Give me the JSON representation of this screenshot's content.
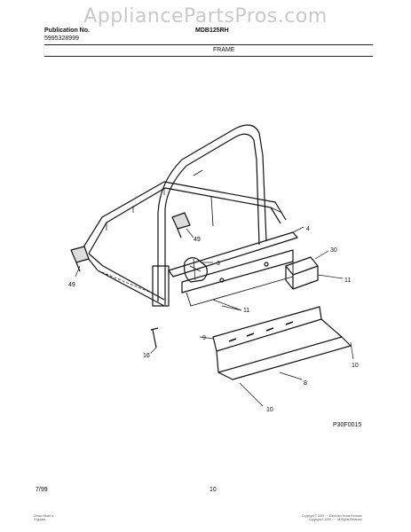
{
  "watermark": "AppliancePartsPros.com",
  "header": {
    "publication_label": "Publication No.",
    "publication_number": "5995328999",
    "model": "MDB125RH",
    "section": "FRAME"
  },
  "callouts": [
    "4",
    "3",
    "49",
    "49",
    "30",
    "11",
    "11",
    "9",
    "10",
    "16",
    "8",
    "10"
  ],
  "figure_code": "P30F0015",
  "footer": {
    "date": "7/99",
    "page": "10",
    "small_left": "Gibson Model ♦\nFrigidaire",
    "small_right": "Copyright © 1999 ···· Electrolux Home Products\nCopyright © 1999 ····· All Rights Reserved"
  }
}
